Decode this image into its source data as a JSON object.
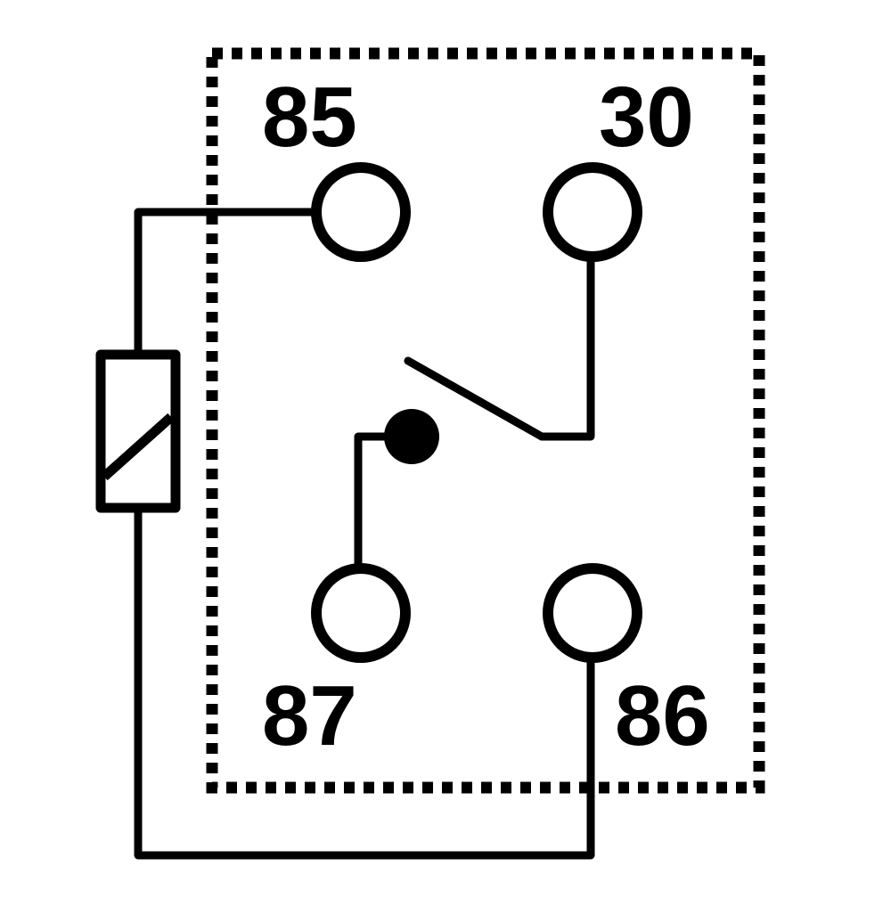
{
  "diagram": {
    "pins": [
      {
        "id": "pin-85",
        "label": "85"
      },
      {
        "id": "pin-30",
        "label": "30"
      },
      {
        "id": "pin-87",
        "label": "87"
      },
      {
        "id": "pin-86",
        "label": "86"
      }
    ],
    "colors": {
      "stroke": "#000000",
      "background": "#ffffff"
    }
  }
}
